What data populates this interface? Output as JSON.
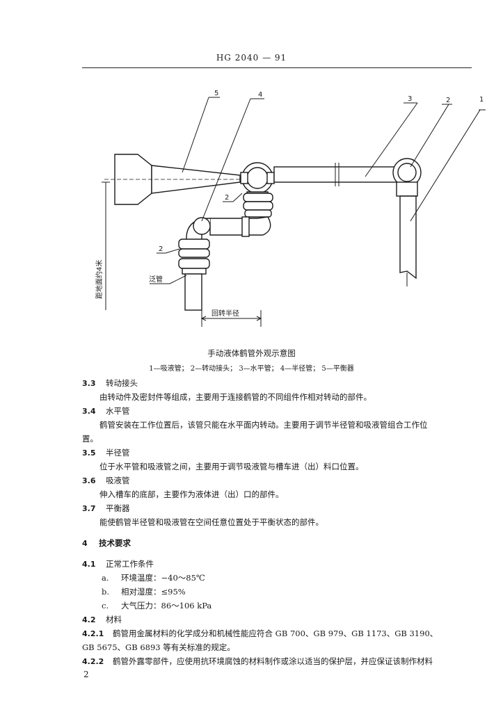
{
  "header": {
    "code": "HG 2040 — 91"
  },
  "figure": {
    "callouts": [
      "5",
      "4",
      "3",
      "2",
      "1",
      "2",
      "2"
    ],
    "label_lift_tube": "泛管",
    "label_turn_radius": "回转半径",
    "label_height": "距地面约4米"
  },
  "caption": {
    "title": "手动液体鹤管外观示意图",
    "legend": "1—吸液管；  2—转动接头；  3—水平管；  4—半径管；  5—平衡器"
  },
  "sections": [
    {
      "number": "3.3",
      "title": "转动接头",
      "body": "由转动件及密封件等组成，主要用于连接鹤管的不同组件作相对转动的部件。"
    },
    {
      "number": "3.4",
      "title": "水平管",
      "body": "鹤管安装在工作位置后，该管只能在水平面内转动。主要用于调节半径管和吸液管组合工作位",
      "body_cont": "置。"
    },
    {
      "number": "3.5",
      "title": "半径管",
      "body": "位于水平管和吸液管之间，主要用于调节吸液管与槽车进（出）料口位置。"
    },
    {
      "number": "3.6",
      "title": "吸液管",
      "body": "伸入槽车的底部，主要作为液体进（出）口的部件。"
    },
    {
      "number": "3.7",
      "title": "平衡器",
      "body": "能使鹤管半径管和吸液管在空间任意位置处于平衡状态的部件。"
    }
  ],
  "chapter4": {
    "number": "4",
    "title": "技术要求"
  },
  "s41": {
    "number": "4.1",
    "title": "正常工作条件",
    "items": [
      {
        "mark": "a.",
        "text": "环境温度：−40～85℃"
      },
      {
        "mark": "b.",
        "text": "相对湿度：≤95%"
      },
      {
        "mark": "c.",
        "text": "大气压力：86～106 kPa"
      }
    ]
  },
  "s42": {
    "number": "4.2",
    "title": "材料"
  },
  "s421": {
    "number": "4.2.1",
    "line1": "鹤管用金属材料的化学成分和机械性能应符合 GB 700、GB 979、GB 1173、GB 3190、",
    "line2": "GB 5675、GB 6893 等有关标准的规定。"
  },
  "s422": {
    "number": "4.2.2",
    "text": "鹤管外露零部件，应使用抗环境腐蚀的材料制作或涂以适当的保护层，并应保证该制作材料"
  },
  "footer": {
    "page": "2"
  }
}
